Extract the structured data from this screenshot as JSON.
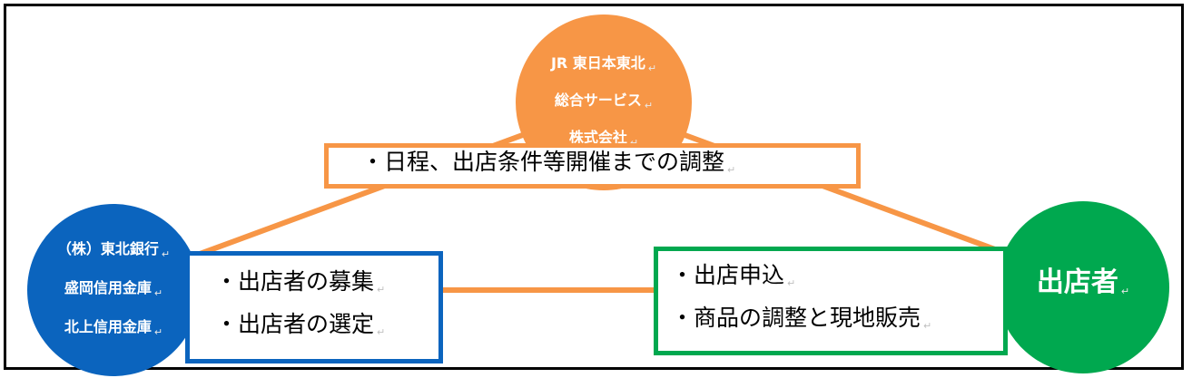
{
  "nodes": {
    "jr": {
      "lines": [
        "JR 東日本東北",
        "総合サービス",
        "株式会社"
      ],
      "color": "#F79646"
    },
    "bank": {
      "lines": [
        "（株）東北銀行",
        "盛岡信用金庫",
        "北上信用金庫"
      ],
      "color": "#0B64BE"
    },
    "shop": {
      "lines": [
        "出店者"
      ],
      "color": "#00A84F"
    }
  },
  "boxes": {
    "top": {
      "lines": [
        "・日程、出店条件等開催までの調整"
      ],
      "color": "#F79646"
    },
    "left": {
      "lines": [
        "・出店者の募集",
        "・出店者の選定"
      ],
      "color": "#0B64BE"
    },
    "right": {
      "lines": [
        "・出店申込",
        "・商品の調整と現地販売"
      ],
      "color": "#00A84F"
    }
  },
  "paragraph_mark": "↵",
  "connector_color": "#F79646"
}
